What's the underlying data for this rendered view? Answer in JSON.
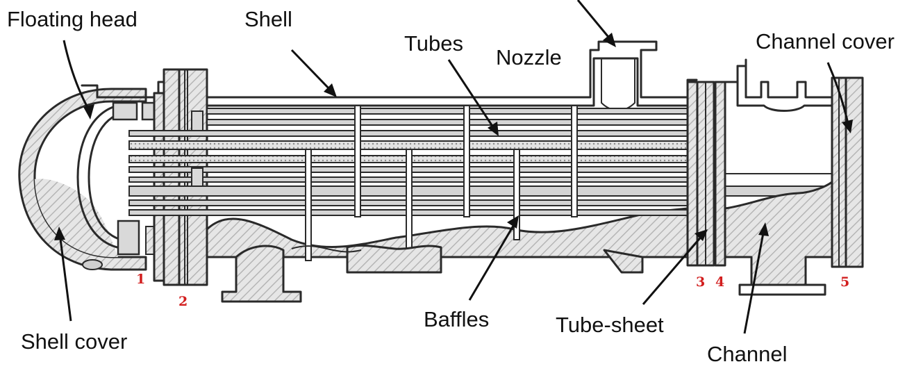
{
  "labels": {
    "floating_head": "Floating head",
    "shell": "Shell",
    "tubes": "Tubes",
    "nozzle": "Nozzle",
    "channel_cover": "Channel cover",
    "shell_cover": "Shell cover",
    "baffles": "Baffles",
    "tube_sheet": "Tube-sheet",
    "channel": "Channel"
  },
  "numbers": {
    "n1": "1",
    "n2": "2",
    "n3": "3",
    "n4": "4",
    "n5": "5"
  },
  "colors": {
    "ink": "#2a2a2a",
    "hatch_bg": "#e4e4e4",
    "tube_fill": "#d4d4d4",
    "number_red": "#d21e1e"
  }
}
